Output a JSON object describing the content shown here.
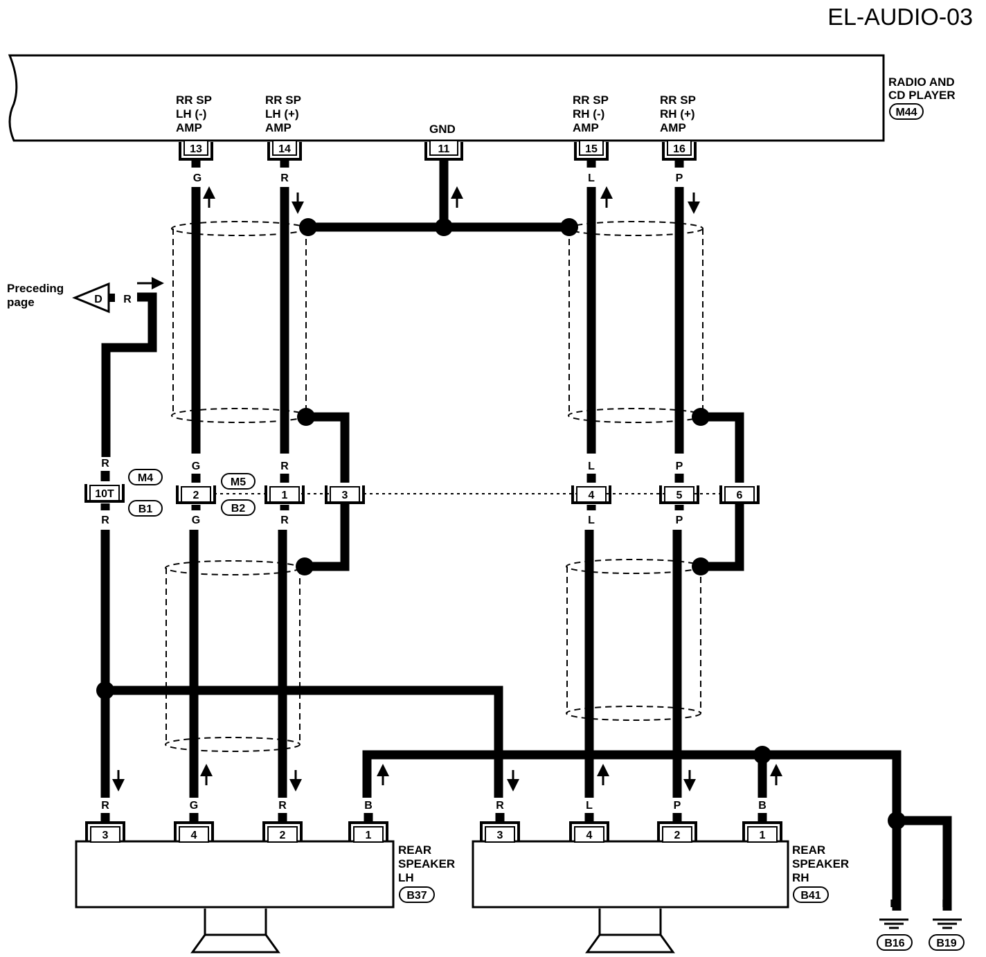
{
  "page_id": "EL-AUDIO-03",
  "radio": {
    "title_line1": "RADIO AND",
    "title_line2": "CD PLAYER",
    "connector": "M44",
    "terminals": [
      {
        "pin": "13",
        "l1": "RR SP",
        "l2": "LH (-)",
        "l3": "AMP",
        "color": "G"
      },
      {
        "pin": "14",
        "l1": "RR SP",
        "l2": "LH (+)",
        "l3": "AMP",
        "color": "R"
      },
      {
        "pin": "11",
        "l1": "",
        "l2": "",
        "l3": "GND",
        "color": ""
      },
      {
        "pin": "15",
        "l1": "RR SP",
        "l2": "RH (-)",
        "l3": "AMP",
        "color": "L"
      },
      {
        "pin": "16",
        "l1": "RR SP",
        "l2": "RH (+)",
        "l3": "AMP",
        "color": "P"
      }
    ]
  },
  "preceding": {
    "line1": "Preceding",
    "line2": "page",
    "connector": "D",
    "color": "R"
  },
  "joint": {
    "m4": "M4",
    "b1": "B1",
    "m5": "M5",
    "b2": "B2",
    "pins": [
      "10T",
      "2",
      "1",
      "3",
      "4",
      "5",
      "6"
    ],
    "top_colors": [
      "R",
      "G",
      "R",
      "L",
      "P"
    ],
    "bottom_colors": [
      "R",
      "G",
      "R",
      "L",
      "P"
    ]
  },
  "speaker_lh": {
    "title_line1": "REAR",
    "title_line2": "SPEAKER",
    "title_line3": "LH",
    "connector": "B37",
    "pins": [
      "3",
      "4",
      "2",
      "1"
    ],
    "colors": [
      "R",
      "G",
      "R",
      "B"
    ]
  },
  "speaker_rh": {
    "title_line1": "REAR",
    "title_line2": "SPEAKER",
    "title_line3": "RH",
    "connector": "B41",
    "pins": [
      "3",
      "4",
      "2",
      "1"
    ],
    "colors": [
      "R",
      "L",
      "P",
      "B"
    ]
  },
  "grounds": {
    "colors": [
      "B",
      "B"
    ],
    "connectors": [
      "B16",
      "B19"
    ]
  }
}
